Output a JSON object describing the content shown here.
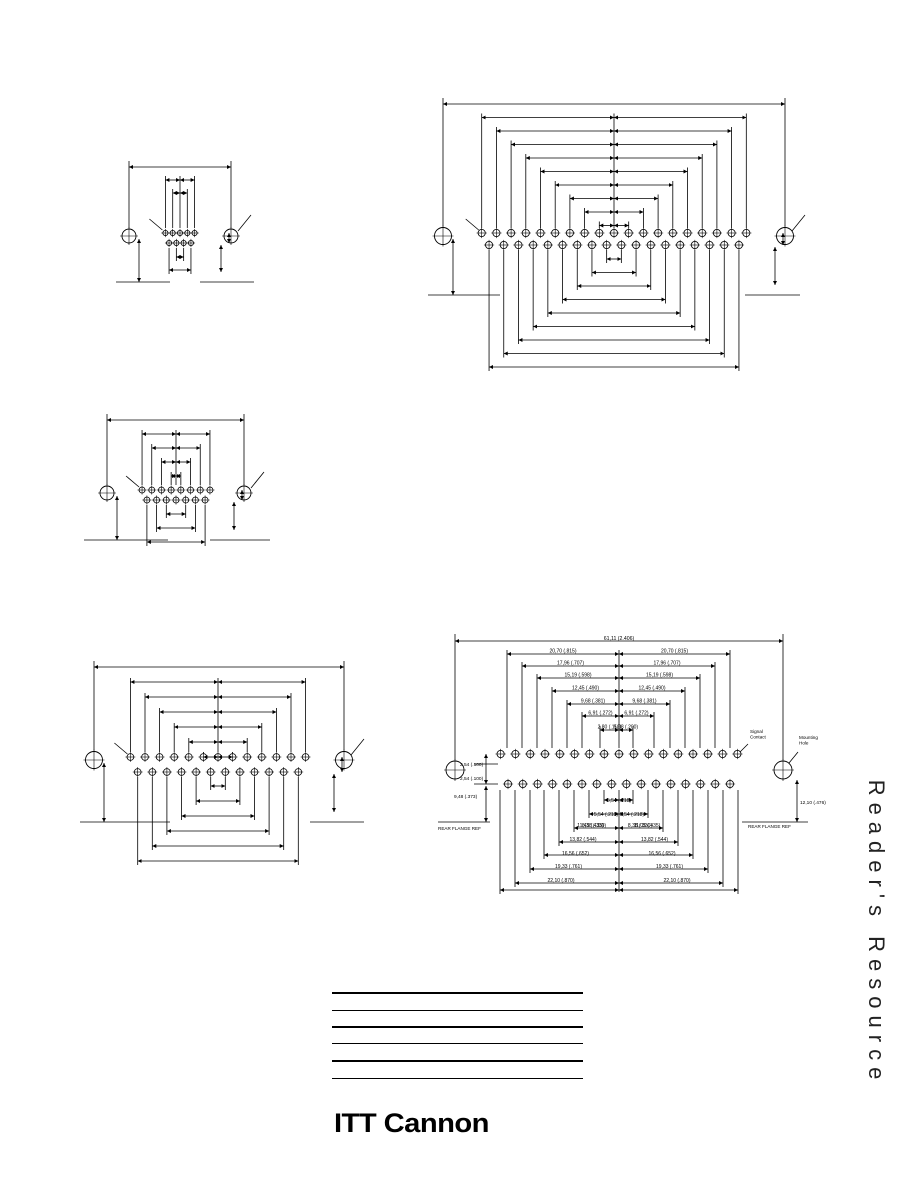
{
  "side_title": "Reader's Resource",
  "brand": {
    "logo_text": "ITT Cannon"
  },
  "diagram_bl": {
    "dimensions": {
      "overall": "61,11 (2.406)",
      "row1_left": [
        "20,70 (.815)",
        "17,96 (.707)",
        "15,19 (.598)",
        "12,45 (.490)",
        "9,68 (.381)",
        "6,91 (.272)",
        "2,80 (.110)"
      ],
      "row1_right": [
        "20,70 (.815)",
        "17,96 (.707)",
        "15,19 (.598)",
        "12,45 (.490)",
        "9,68 (.381)",
        "6,91 (.272)",
        "5,08 (.200)"
      ],
      "row2_left": [
        "5,54 (.218)",
        "5,54 (.218)",
        "8,38 (.330)",
        "11,45 (.435)",
        "13,82 (.544)",
        "16,56 (.652)",
        "19,33 (.761)",
        "22,10 (.870)"
      ],
      "row2_right": [
        "5,54 (.218)",
        "8,38 (.330)",
        "11,05 (.435)",
        "13,82 (.544)",
        "16,56 (.652)",
        "19,33 (.761)",
        "22,10 (.870)"
      ],
      "row_gap_top": "2,54 (.100)",
      "row_gap_bottom": "2,54 (.100)",
      "left_height": "9,48 (.373)",
      "right_height": "12,10 (.476)"
    },
    "labels": {
      "signal_contact": "Signal\nContact",
      "mounting_hole": "Mounting\nHole",
      "rear_flange_left": "REAR FLANGE REF",
      "rear_flange_right": "REAR FLANGE REF"
    }
  }
}
